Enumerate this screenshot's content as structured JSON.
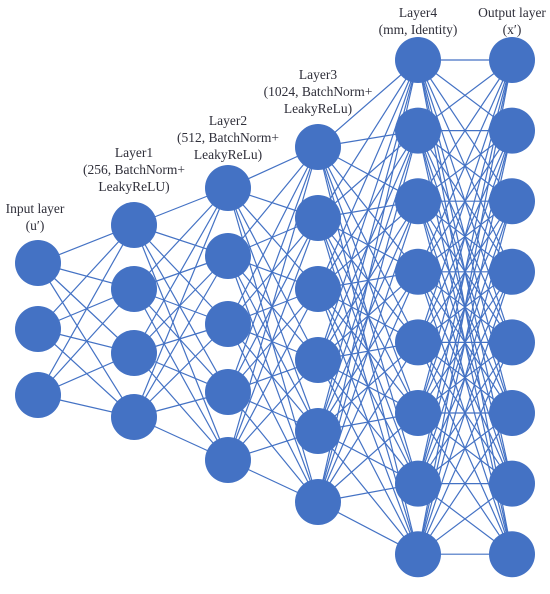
{
  "colors": {
    "node": "#4472c4",
    "edge": "#4472c4",
    "text": "#2f2f3a"
  },
  "layers": [
    {
      "id": "input",
      "nodes": 3,
      "label_lines": [
        "Input layer",
        "(u′)"
      ]
    },
    {
      "id": "layer1",
      "nodes": 4,
      "label_lines": [
        "Layer1",
        "(256, BatchNorm+",
        "LeakyReLU)"
      ]
    },
    {
      "id": "layer2",
      "nodes": 5,
      "label_lines": [
        "Layer2",
        "(512, BatchNorm+",
        "LeakyReLu)"
      ]
    },
    {
      "id": "layer3",
      "nodes": 6,
      "label_lines": [
        "Layer3",
        "(1024, BatchNorm+",
        "LeakyReLu)"
      ]
    },
    {
      "id": "layer4",
      "nodes": 8,
      "label_lines": [
        "Layer4",
        "(mm, Identity)"
      ]
    },
    {
      "id": "output",
      "nodes": 8,
      "label_lines": [
        "Output layer",
        "(x′)"
      ]
    }
  ]
}
